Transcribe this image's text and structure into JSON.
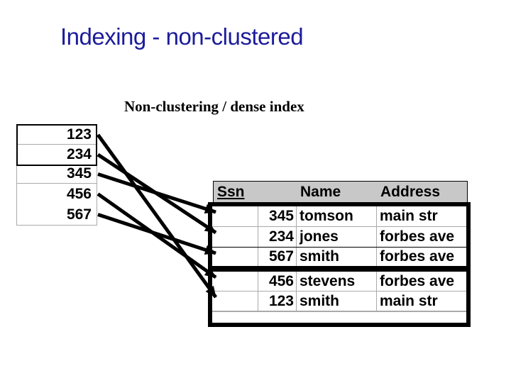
{
  "slide": {
    "title": "Indexing - non-clustered",
    "subtitle": "Non-clustering / dense index"
  },
  "index_table": {
    "entries": [
      "123",
      "234",
      "345",
      "456",
      "567"
    ]
  },
  "data_table": {
    "columns": {
      "ssn": "Ssn",
      "name": "Name",
      "address": "Address"
    },
    "rows": [
      {
        "ssn": "345",
        "name": "tomson",
        "address": "main str"
      },
      {
        "ssn": "234",
        "name": "jones",
        "address": "forbes ave"
      },
      {
        "ssn": "567",
        "name": "smith",
        "address": "forbes ave"
      },
      {
        "ssn": "456",
        "name": "stevens",
        "address": "forbes ave"
      },
      {
        "ssn": "123",
        "name": "smith",
        "address": "main str"
      }
    ],
    "block_divider_after_row": 3,
    "has_trailing_empty_row": true
  },
  "arrows": [
    {
      "from": "123",
      "to": "123"
    },
    {
      "from": "234",
      "to": "234"
    },
    {
      "from": "345",
      "to": "345"
    },
    {
      "from": "456",
      "to": "456"
    },
    {
      "from": "567",
      "to": "567"
    }
  ],
  "colors": {
    "title": "#1c1c9c",
    "header_bg": "#c8c8c8",
    "grid": "#aaaaaa",
    "arrow": "#000000",
    "background": "#ffffff"
  }
}
